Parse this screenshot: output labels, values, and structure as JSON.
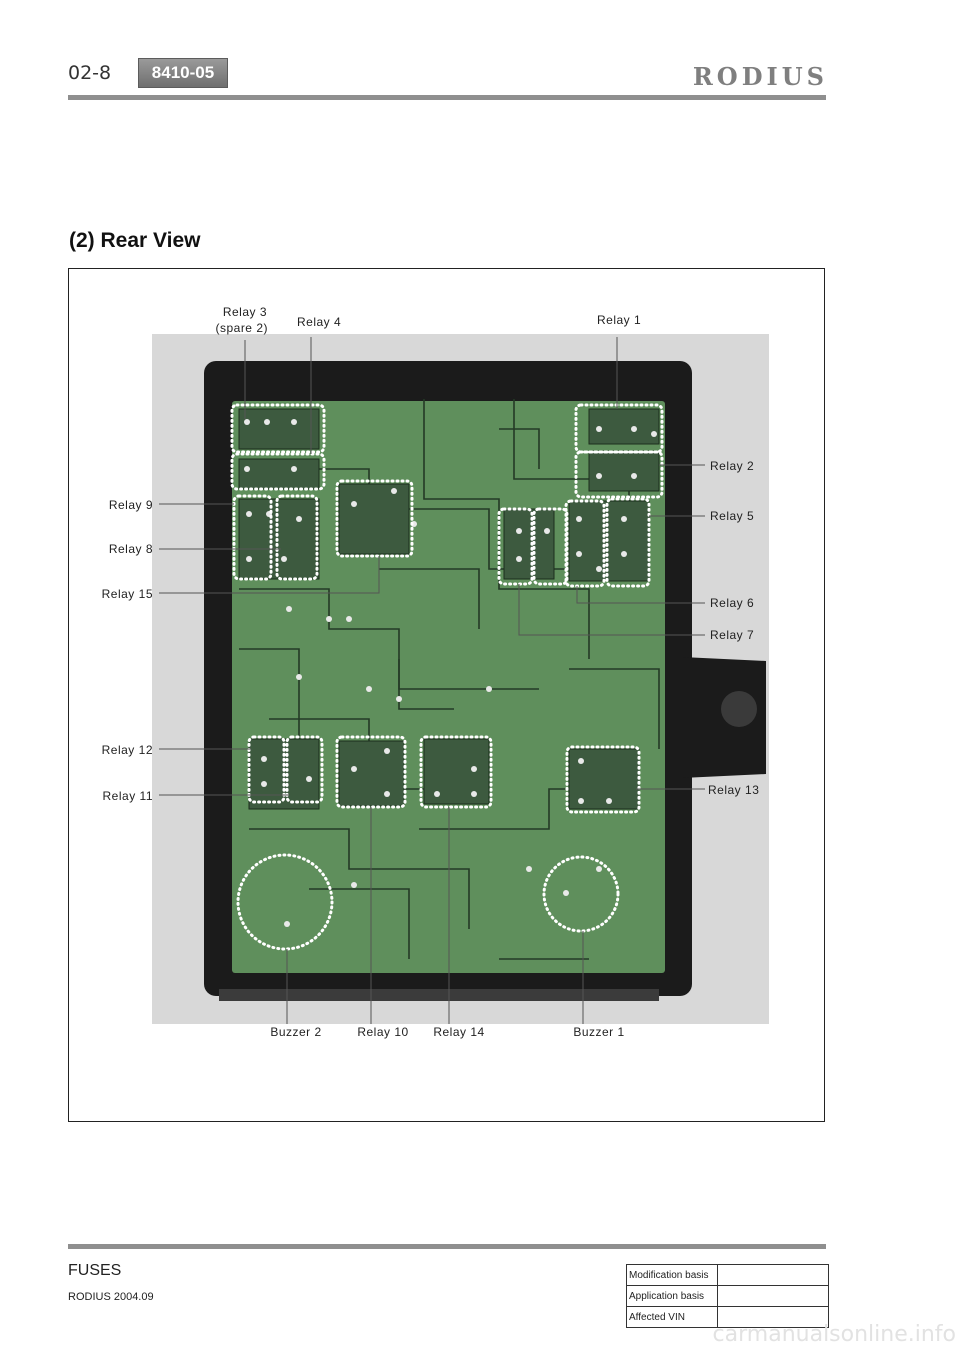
{
  "header": {
    "page_number": "02-8",
    "code": "8410-05",
    "brand": "RODIUS"
  },
  "section": {
    "title": "(2) Rear View"
  },
  "diagram": {
    "labels": {
      "relay1": "Relay 1",
      "relay2": "Relay 2",
      "relay3_line1": "Relay 3",
      "relay3_line2": "(spare  2)",
      "relay4": "Relay 4",
      "relay5": "Relay 5",
      "relay6": "Relay 6",
      "relay7": "Relay 7",
      "relay8": "Relay 8",
      "relay9": "Relay 9",
      "relay10": "Relay 10",
      "relay11": "Relay 11",
      "relay12": "Relay 12",
      "relay13": "Relay 13",
      "relay14": "Relay 14",
      "relay15": "Relay 15",
      "buzzer1": "Buzzer  1",
      "buzzer2": "Buzzer  2"
    },
    "colors": {
      "board": "#5f8f5c",
      "housing": "#1b1b1b",
      "trace": "#243a26"
    }
  },
  "footer": {
    "title": "FUSES",
    "subtitle": "RODIUS 2004.09",
    "table": [
      {
        "label": "Modification basis",
        "value": ""
      },
      {
        "label": "Application basis",
        "value": ""
      },
      {
        "label": "Affected VIN",
        "value": ""
      }
    ]
  },
  "watermark": "carmanualsonline.info"
}
